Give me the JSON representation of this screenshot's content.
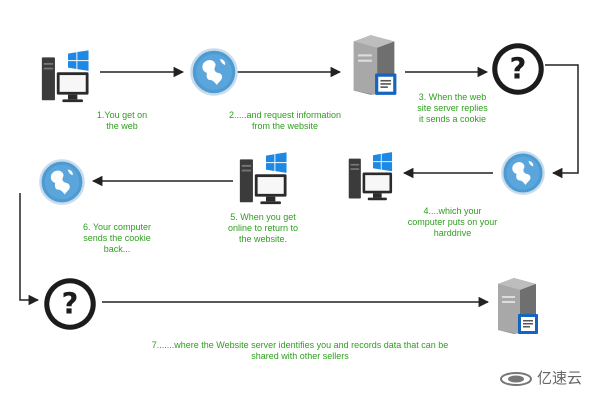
{
  "steps": [
    {
      "id": 1,
      "text": "1.You get on\nthe web"
    },
    {
      "id": 2,
      "text": "2.....and request information\nfrom the website"
    },
    {
      "id": 3,
      "text": "3. When the web\nsite server replies\nit sends a cookie"
    },
    {
      "id": 4,
      "text": "4....which your\ncomputer puts on your\nharddrive"
    },
    {
      "id": 5,
      "text": "5. When you get\nonline to return to\nthe website."
    },
    {
      "id": 6,
      "text": "6. Your computer\nsends the cookie\nback..."
    },
    {
      "id": 7,
      "text": "7.......where the Website server identifies you and records data that can be\nshared with other sellers"
    }
  ],
  "watermark": {
    "text": "亿速云"
  },
  "icons": [
    "computer-icon",
    "globe-icon",
    "server-icon",
    "question-icon"
  ],
  "colors": {
    "label_green": "#2e9e1e",
    "globe_blue": "#4e9bd1",
    "windows_blue": "#1e88e5",
    "arrow": "#222222"
  }
}
